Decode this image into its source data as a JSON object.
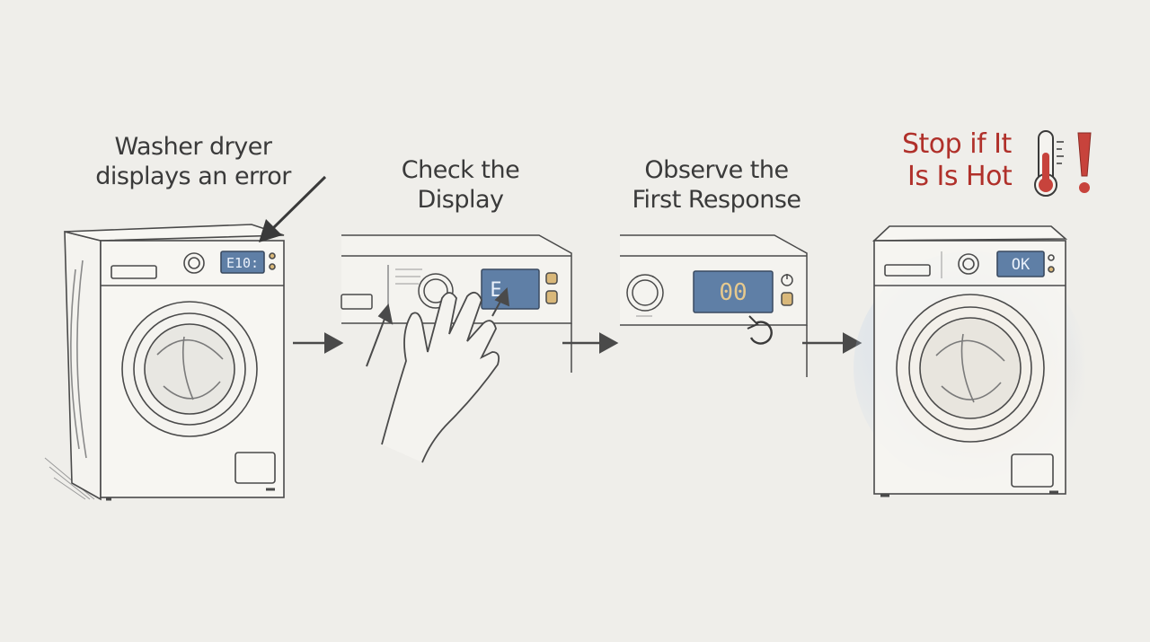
{
  "steps": [
    {
      "line1": "Washer dryer",
      "line2": "displays an error",
      "display": "E10:"
    },
    {
      "line1": "Check the",
      "line2": "Display",
      "display": "E"
    },
    {
      "line1": "Observe the",
      "line2": "First Response",
      "display": "00"
    },
    {
      "line1": "Stop if It",
      "line2": "Is Is Hot",
      "display": "OK"
    }
  ],
  "colors": {
    "background": "#efeeea",
    "ink": "#3a3a3a",
    "display": "#5f7fa6",
    "warning": "#b0302a",
    "button": "#d9b87a"
  },
  "icons": [
    "pointer-arrow-icon",
    "hand-icon",
    "reset-arrow-icon",
    "thermometer-icon",
    "exclamation-icon",
    "flow-arrow-icon"
  ]
}
